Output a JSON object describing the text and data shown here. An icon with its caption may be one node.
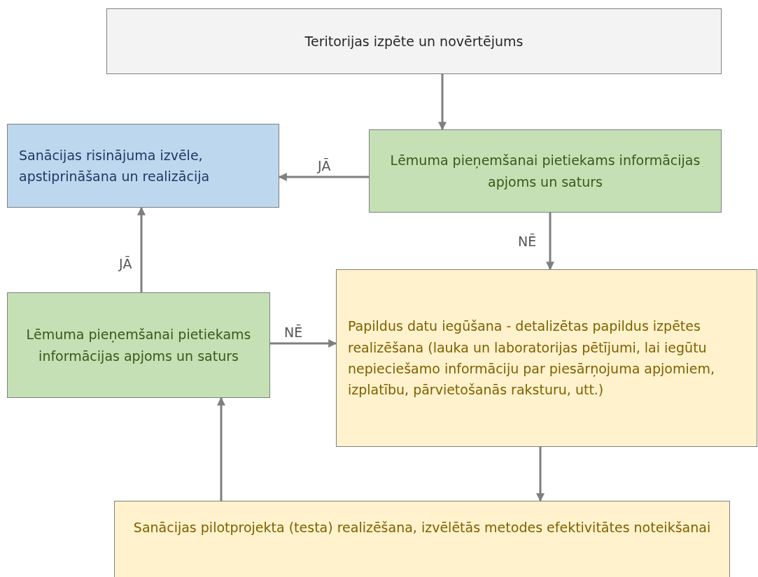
{
  "diagram": {
    "nodes": [
      {
        "text": [
          "Teritorijas izpēte un novērtējums"
        ]
      },
      {
        "text": [
          "Sanācijas risinājuma izvēle, apstiprināšana un realizācija"
        ]
      },
      {
        "text": [
          "Lēmuma pieņemšanai pietiekams informācijas apjoms un saturs"
        ]
      },
      {
        "text": [
          "Lēmuma pieņemšanai pietiekams informācijas apjoms un saturs"
        ]
      },
      {
        "text": [
          "Papildus datu iegūšana  - detalizētas papildus izpētes realizēšana (lauka un laboratorijas pētījumi, lai iegūtu nepieciešamo informāciju par piesārņojuma apjomiem, izplatību, pārvietošanās raksturu, utt.)"
        ]
      },
      {
        "text": [
          "Sanācijas pilotprojekta (testa) realizēšana, izvēlētās metodes efektivitātes noteikšanai"
        ]
      }
    ],
    "edges": [
      {
        "from": 0,
        "to": 2,
        "arrow": "to"
      },
      {
        "from": 2,
        "to": 1,
        "arrow": "to",
        "label": "JĀ"
      },
      {
        "from": 2,
        "to": 4,
        "arrow": "to",
        "label": "NĒ"
      },
      {
        "from": 3,
        "to": 1,
        "arrow": "to",
        "label": "JĀ"
      },
      {
        "from": 3,
        "to": 4,
        "arrow": "to",
        "label": "NĒ"
      },
      {
        "from": 4,
        "to": 5,
        "arrow": "to"
      },
      {
        "from": 5,
        "to": 3,
        "arrow": "to"
      }
    ]
  }
}
